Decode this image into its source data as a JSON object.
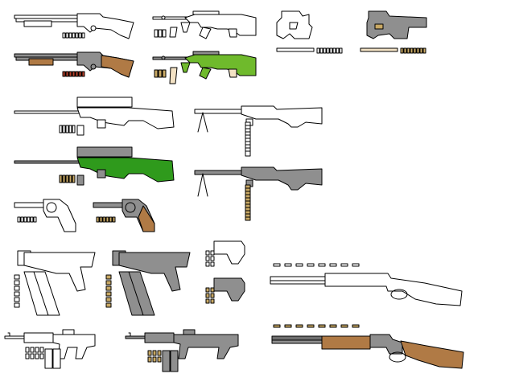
{
  "sprite_sheet": {
    "palette": {
      "outline": "#000000",
      "fill_white": "#ffffff",
      "metal_gray": "#8f8f8f",
      "dark_gray": "#6e6e6e",
      "wood_brown": "#b07a45",
      "army_green": "#2f9a1c",
      "lime_green": "#6fba2c",
      "cream": "#f3e2c4",
      "ammo_tan": "#c9a964",
      "ammo_red": "#b8402a"
    },
    "sprites": [
      {
        "id": "pump-shotgun",
        "variant": "outline",
        "icon": "shotgun-icon"
      },
      {
        "id": "pump-shotgun",
        "variant": "colored",
        "icon": "shotgun-icon"
      },
      {
        "id": "bullpup-rifle",
        "variant": "outline",
        "icon": "rifle-icon"
      },
      {
        "id": "bullpup-rifle",
        "variant": "colored",
        "icon": "rifle-icon"
      },
      {
        "id": "pdw",
        "variant": "outline",
        "icon": "smg-icon"
      },
      {
        "id": "pdw",
        "variant": "colored",
        "icon": "smg-icon"
      },
      {
        "id": "sniper-rifle",
        "variant": "outline",
        "icon": "sniper-icon"
      },
      {
        "id": "sniper-rifle",
        "variant": "colored",
        "icon": "sniper-icon"
      },
      {
        "id": "machine-gun",
        "variant": "outline",
        "icon": "machine-gun-icon"
      },
      {
        "id": "machine-gun",
        "variant": "colored",
        "icon": "machine-gun-icon"
      },
      {
        "id": "revolver",
        "variant": "outline",
        "icon": "revolver-icon"
      },
      {
        "id": "revolver",
        "variant": "colored",
        "icon": "revolver-icon"
      },
      {
        "id": "machine-pistol",
        "variant": "outline",
        "icon": "smg-icon"
      },
      {
        "id": "machine-pistol",
        "variant": "colored",
        "icon": "smg-icon"
      },
      {
        "id": "pistol",
        "variant": "outline",
        "icon": "pistol-icon"
      },
      {
        "id": "pistol",
        "variant": "colored",
        "icon": "pistol-icon"
      },
      {
        "id": "lever-rifle",
        "variant": "outline",
        "icon": "rifle-icon"
      },
      {
        "id": "lever-rifle",
        "variant": "colored",
        "icon": "rifle-icon"
      },
      {
        "id": "assault-rifle",
        "variant": "outline",
        "icon": "rifle-icon"
      },
      {
        "id": "assault-rifle",
        "variant": "colored",
        "icon": "rifle-icon"
      }
    ]
  }
}
